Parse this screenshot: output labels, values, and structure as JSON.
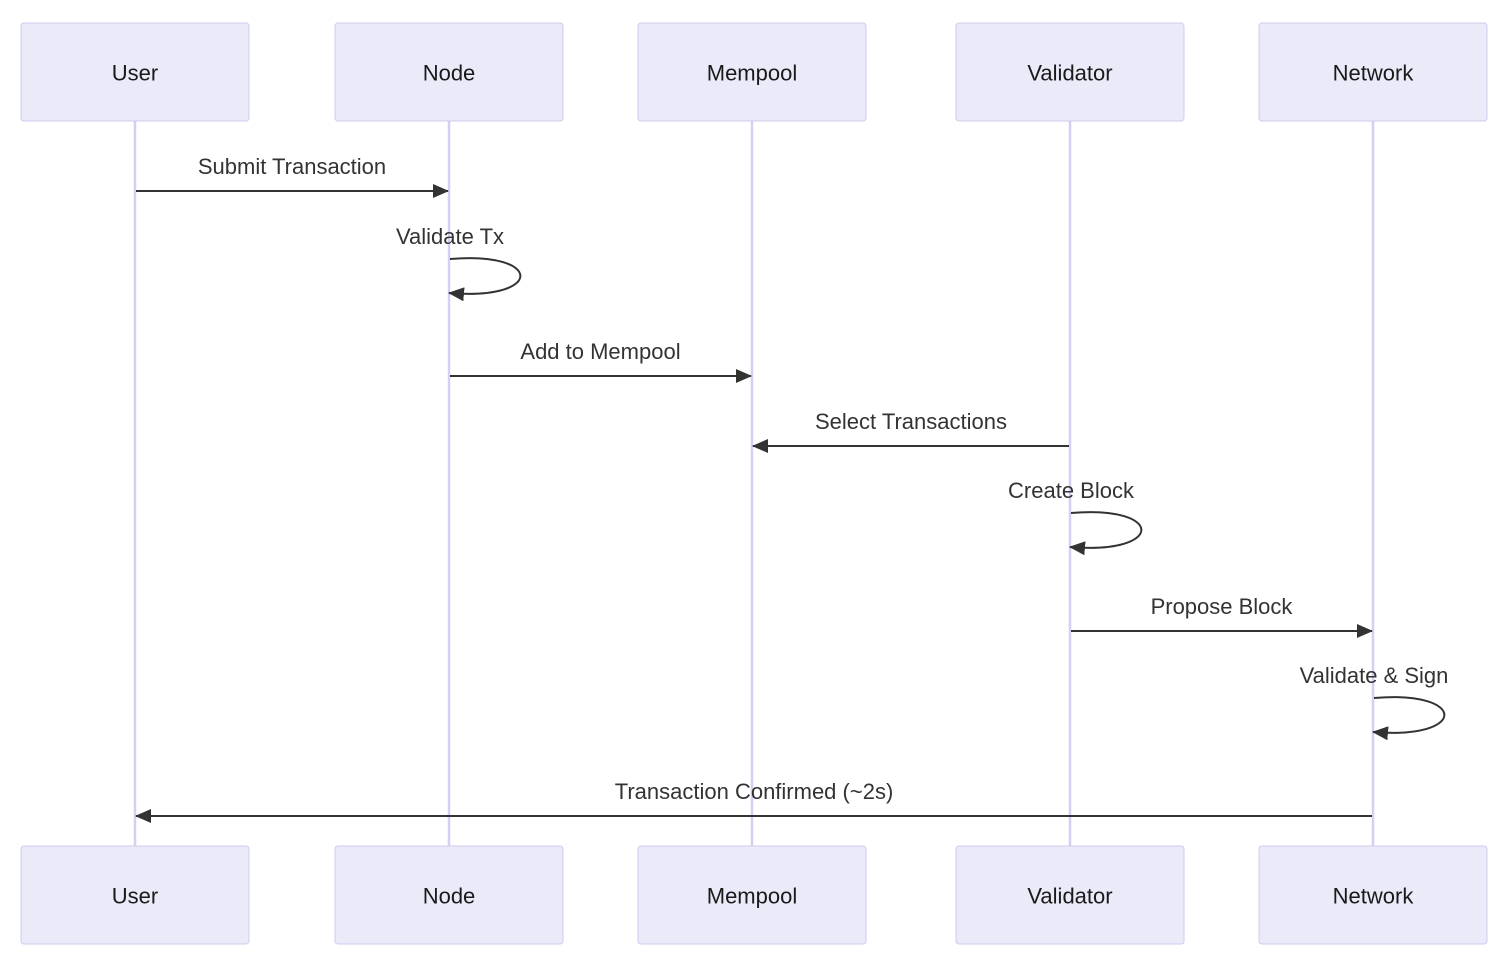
{
  "participants": [
    {
      "id": "user",
      "label": "User"
    },
    {
      "id": "node",
      "label": "Node"
    },
    {
      "id": "mempool",
      "label": "Mempool"
    },
    {
      "id": "validator",
      "label": "Validator"
    },
    {
      "id": "network",
      "label": "Network"
    }
  ],
  "messages": [
    {
      "from": "user",
      "to": "node",
      "label": "Submit Transaction"
    },
    {
      "from": "node",
      "to": "node",
      "label": "Validate Tx"
    },
    {
      "from": "node",
      "to": "mempool",
      "label": "Add to Mempool"
    },
    {
      "from": "validator",
      "to": "mempool",
      "label": "Select Transactions"
    },
    {
      "from": "validator",
      "to": "validator",
      "label": "Create Block"
    },
    {
      "from": "validator",
      "to": "network",
      "label": "Propose Block"
    },
    {
      "from": "network",
      "to": "network",
      "label": "Validate & Sign"
    },
    {
      "from": "network",
      "to": "user",
      "label": "Transaction Confirmed (~2s)"
    }
  ],
  "colors": {
    "actor_fill": "#eaeaf9",
    "actor_stroke": "#ccccf0",
    "lifeline": "#d6cef3",
    "arrow": "#333333"
  }
}
